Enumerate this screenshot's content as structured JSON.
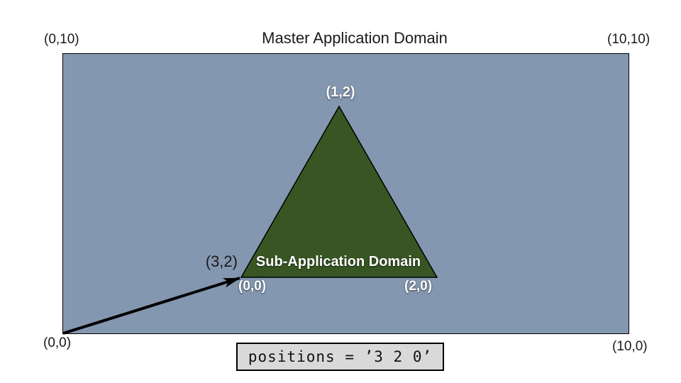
{
  "diagram": {
    "title": "Master Application Domain",
    "master": {
      "corner_top_left": "(0,10)",
      "corner_top_right": "(10,10)",
      "corner_bottom_left": "(0,0)",
      "corner_bottom_right": "(10,0)"
    },
    "sub": {
      "label": "Sub-Application Domain",
      "apex_vertex": "(1,2)",
      "origin_vertex": "(0,0)",
      "right_vertex": "(2,0)",
      "offset_label": "(3,2)"
    },
    "code_text": "positions = ’3 2 0’"
  },
  "colors": {
    "master_fill": "#8497B0",
    "master_stroke": "#000000",
    "sub_fill": "#375623",
    "sub_stroke": "#000000",
    "arrow": "#000000",
    "code_bg": "#D9D9D9",
    "code_border": "#000000"
  }
}
